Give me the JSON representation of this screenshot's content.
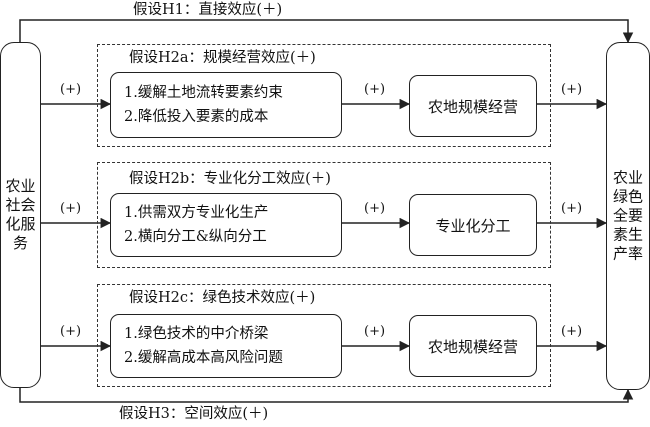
{
  "diagram": {
    "left_node": "农业社会化服务",
    "right_node": "农业绿色全要素生产率",
    "h1_label": "假设H1：直接效应(＋)",
    "h3_label": "假设H3：空间效应(＋)",
    "positive_sign": "(+)",
    "groups": [
      {
        "title": "假设H2a：规模经营效应(＋)",
        "mechanisms": [
          "1.缓解土地流转要素约束",
          "2.降低投入要素的成本"
        ],
        "mediator": "农地规模经营"
      },
      {
        "title": "假设H2b：专业化分工效应(＋)",
        "mechanisms": [
          "1.供需双方专业化生产",
          "2.横向分工&纵向分工"
        ],
        "mediator": "专业化分工"
      },
      {
        "title": "假设H2c：绿色技术效应(＋)",
        "mechanisms": [
          "1.绿色技术的中介桥梁",
          "2.缓解高成本高风险问题"
        ],
        "mediator": "农地规模经营"
      }
    ]
  }
}
